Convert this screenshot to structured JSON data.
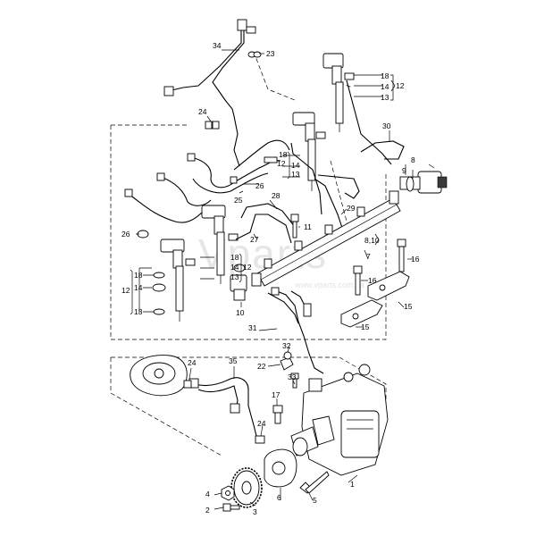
{
  "watermark": "Vparts",
  "watermark_url": "www.vparts.com.ua",
  "callouts": [
    {
      "id": "c34",
      "text": "34"
    },
    {
      "id": "c23",
      "text": "23"
    },
    {
      "id": "c18a",
      "text": "18"
    },
    {
      "id": "c14a",
      "text": "14"
    },
    {
      "id": "c13a",
      "text": "13"
    },
    {
      "id": "c12a",
      "text": "12"
    },
    {
      "id": "c24a",
      "text": "24"
    },
    {
      "id": "c30",
      "text": "30"
    },
    {
      "id": "c18b",
      "text": "18"
    },
    {
      "id": "c12b",
      "text": "12"
    },
    {
      "id": "c14b",
      "text": "14"
    },
    {
      "id": "c13b",
      "text": "13"
    },
    {
      "id": "c8",
      "text": "8"
    },
    {
      "id": "c9",
      "text": "9"
    },
    {
      "id": "c26a",
      "text": "26"
    },
    {
      "id": "c25",
      "text": "25"
    },
    {
      "id": "c28",
      "text": "28"
    },
    {
      "id": "c29",
      "text": "29"
    },
    {
      "id": "c11",
      "text": "11"
    },
    {
      "id": "c26b",
      "text": "26"
    },
    {
      "id": "c27",
      "text": "27"
    },
    {
      "id": "c810",
      "text": "8,10"
    },
    {
      "id": "c7",
      "text": "7"
    },
    {
      "id": "c18c",
      "text": "18"
    },
    {
      "id": "c14c",
      "text": "14"
    },
    {
      "id": "c12c",
      "text": "12"
    },
    {
      "id": "c13c",
      "text": "13"
    },
    {
      "id": "c16a",
      "text": "16"
    },
    {
      "id": "c16b",
      "text": "16"
    },
    {
      "id": "c18d",
      "text": "18"
    },
    {
      "id": "c14d",
      "text": "14"
    },
    {
      "id": "c12d",
      "text": "12"
    },
    {
      "id": "c13d",
      "text": "13"
    },
    {
      "id": "c15a",
      "text": "15"
    },
    {
      "id": "c15b",
      "text": "15"
    },
    {
      "id": "c10",
      "text": "10"
    },
    {
      "id": "c31",
      "text": "31"
    },
    {
      "id": "c32",
      "text": "32"
    },
    {
      "id": "c22",
      "text": "22"
    },
    {
      "id": "c33",
      "text": "33"
    },
    {
      "id": "c24b",
      "text": "24"
    },
    {
      "id": "c35",
      "text": "35"
    },
    {
      "id": "c17",
      "text": "17"
    },
    {
      "id": "c24c",
      "text": "24"
    },
    {
      "id": "c1",
      "text": "1"
    },
    {
      "id": "c4",
      "text": "4"
    },
    {
      "id": "c2",
      "text": "2"
    },
    {
      "id": "c3",
      "text": "3"
    },
    {
      "id": "c6",
      "text": "6"
    },
    {
      "id": "c5",
      "text": "5"
    }
  ]
}
